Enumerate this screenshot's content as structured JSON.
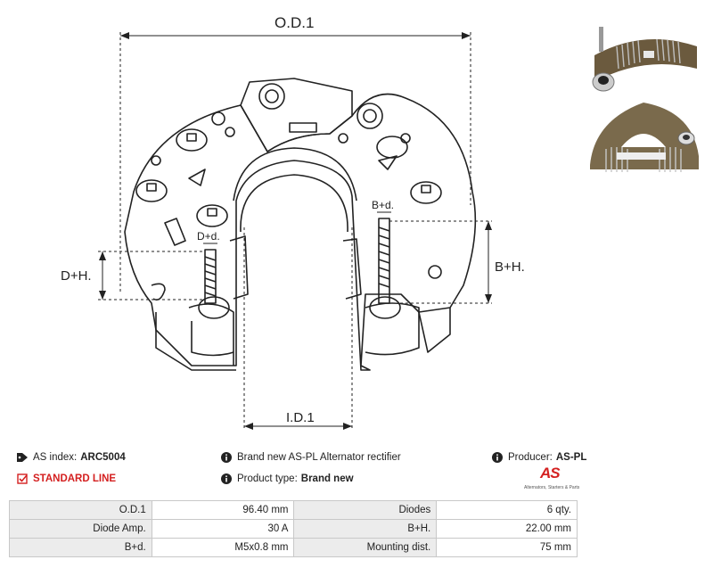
{
  "drawing": {
    "labels": {
      "od1": "O.D.1",
      "id1": "I.D.1",
      "dh": "D+H.",
      "bh": "B+H.",
      "dd": "D+d.",
      "bd": "B+d."
    }
  },
  "info": {
    "as_index_label": "AS index:",
    "as_index_value": "ARC5004",
    "line_label": "STANDARD LINE",
    "brand_text": "Brand new AS-PL Alternator rectifier",
    "product_type_label": "Product type:",
    "product_type_value": "Brand new",
    "producer_label": "Producer:",
    "producer_value": "AS-PL",
    "icons": {
      "tag": "tag-icon",
      "check": "checkbox-icon",
      "info": "info-icon"
    },
    "accent_color": "#d42020"
  },
  "logo": {
    "mark": "AS",
    "tagline": "Alternators, Starters & Parts"
  },
  "specs": {
    "rows": [
      {
        "l1": "O.D.1",
        "v1": "96.40 mm",
        "l2": "Diodes",
        "v2": "6 qty."
      },
      {
        "l1": "Diode Amp.",
        "v1": "30 A",
        "l2": "B+H.",
        "v2": "22.00 mm"
      },
      {
        "l1": "B+d.",
        "v1": "M5x0.8 mm",
        "l2": "Mounting dist.",
        "v2": "75 mm"
      }
    ]
  }
}
